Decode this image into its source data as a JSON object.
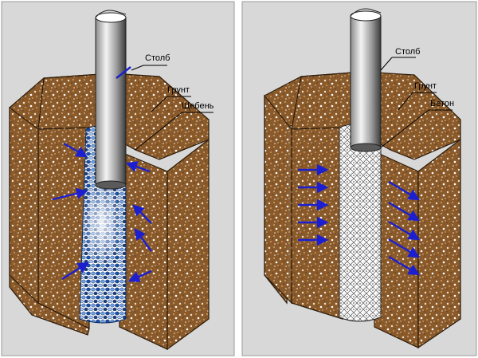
{
  "panels": [
    {
      "id": "left",
      "labels": {
        "post": "Столб",
        "soil": "Грунт",
        "fill": "Щебень"
      },
      "fill_material": "crushed-stone"
    },
    {
      "id": "right",
      "labels": {
        "post": "Столб",
        "soil": "Грунт",
        "fill": "Бетон"
      },
      "fill_material": "concrete"
    }
  ],
  "colors": {
    "panel_background": "#d8d8d8",
    "soil": "#8a5a2b",
    "soil_speckle": "#ffffff",
    "post_light": "#f4f4f4",
    "post_dark": "#3a3a3a",
    "crushed_stone": "#1a4fa8",
    "arrows": "#1b1fcf"
  }
}
